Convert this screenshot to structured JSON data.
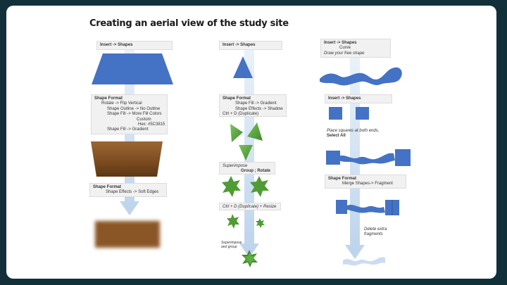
{
  "title": "Creating an aerial view of the study site",
  "colors": {
    "blue": "#4472C4",
    "green": "#5CB040",
    "soil": "#8B5A2B",
    "bg": "#12303a",
    "arrow": "#c9ddf0"
  },
  "col1": {
    "insert": "Insert -> Shapes",
    "format_title": "Shape Format",
    "format_lines": [
      "Rotate -> Flip Vertical",
      "Shape Outline -> No Outline",
      "Shape Fill ->  More Fill Colors",
      "Custom",
      "Hex: #5C3815",
      "Shape Fill ->  Gradient"
    ],
    "format2_title": "Shape Format",
    "format2_line": "Shape Effects -> Soft Edges"
  },
  "col2": {
    "insert": "Insert -> Shapes",
    "format_title": "Shape Format",
    "format_lines": [
      "Shape Fill -> Gradient",
      "Shape Effects -> Shadow"
    ],
    "duplicate": "Ctrl + D (Duplicate)",
    "superimpose": "Superimpose",
    "group_rotate": "Group ; Rotate",
    "dup_resize": "Ctrl + D (Duplicate) + Resize",
    "superimpose_group": [
      "Superimpose",
      "and group"
    ]
  },
  "col3": {
    "insert": "Insert -> Shapes",
    "curve": "Curve",
    "draw": "Draw your free shape",
    "insert2": "Insert -> Shapes",
    "place": "Place squares at both ends,",
    "select_all": "Select All",
    "format_title": "Shape Format",
    "merge": "Merge Shapes-> Fragment",
    "delete": [
      "Delete extra",
      "fragments"
    ]
  }
}
